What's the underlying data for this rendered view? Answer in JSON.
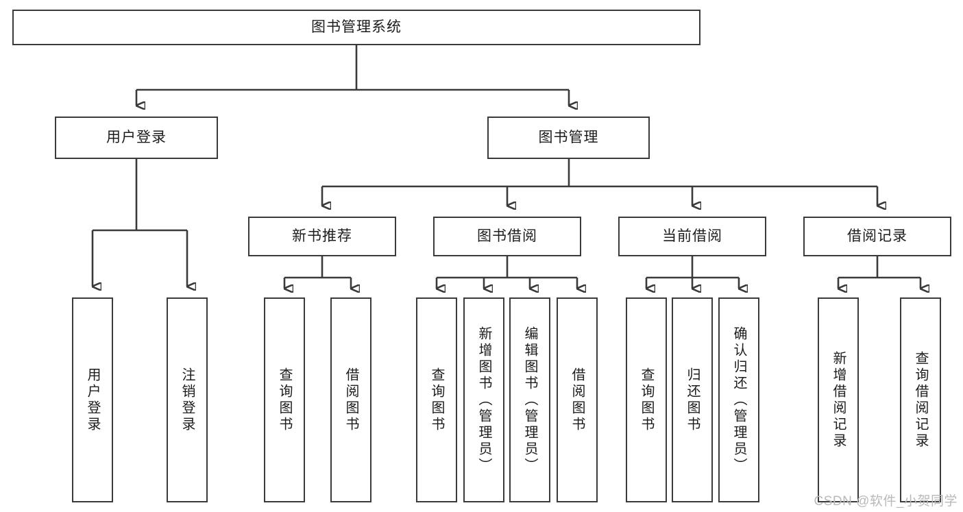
{
  "diagram": {
    "title": "图书管理系统",
    "type": "tree",
    "watermark": "CSDN @软件_小贺同学",
    "colors": {
      "stroke": "#3a3a3a",
      "fill": "#ffffff",
      "text": "#1c1c1c",
      "watermark": "#b9b9b9"
    },
    "levels": {
      "root": {
        "label": "图书管理系统"
      },
      "level2": [
        {
          "label": "用户登录"
        },
        {
          "label": "图书管理"
        }
      ],
      "level3": [
        {
          "label": "新书推荐"
        },
        {
          "label": "图书借阅"
        },
        {
          "label": "当前借阅"
        },
        {
          "label": "借阅记录"
        }
      ],
      "leaves": {
        "user_login": [
          {
            "label": "用户登录"
          },
          {
            "label": "注销登录"
          }
        ],
        "new_book_recommend": [
          {
            "label": "查询图书"
          },
          {
            "label": "借阅图书"
          }
        ],
        "book_borrow": [
          {
            "label": "查询图书"
          },
          {
            "label": "新增图书（管理员）"
          },
          {
            "label": "编辑图书（管理员）"
          },
          {
            "label": "借阅图书"
          }
        ],
        "current_borrow": [
          {
            "label": "查询图书"
          },
          {
            "label": "归还图书"
          },
          {
            "label": "确认归还（管理员）"
          }
        ],
        "borrow_record": [
          {
            "label": "新增借阅记录"
          },
          {
            "label": "查询借阅记录"
          }
        ]
      }
    }
  }
}
